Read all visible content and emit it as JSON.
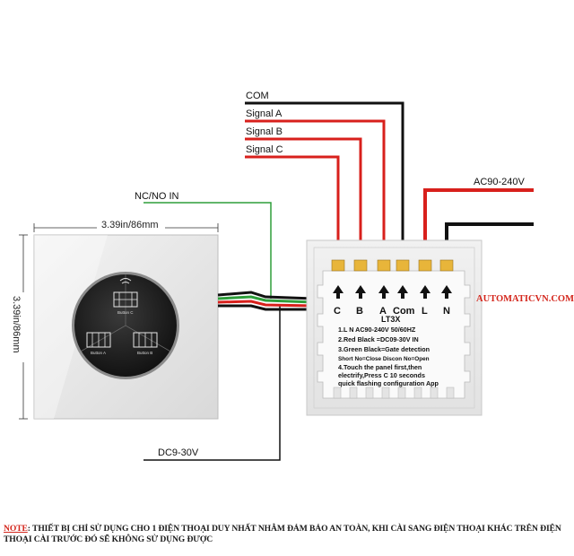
{
  "wires": {
    "com": "COM",
    "signal_a": "Signal A",
    "signal_b": "Signal B",
    "signal_c": "Signal C",
    "nc_no_in": "NC/NO IN",
    "ac_power": "AC90-240V",
    "dc_power": "DC9-30V"
  },
  "dimensions": {
    "width": "3.39in/86mm",
    "height": "3.39in/86mm"
  },
  "panel": {
    "buttons": [
      "Button C",
      "Button A",
      "Button B"
    ]
  },
  "terminals": [
    "C",
    "B",
    "A",
    "Com",
    "L",
    "N"
  ],
  "module": {
    "model": "LT3X",
    "lines": [
      "1.L N AC90-240V 50/60HZ",
      "2.Red Black =DC09-30V IN",
      "3.Green Black=Gate detection",
      "Short No=Close        Discon No=Open",
      "4.Touch the panel first,then",
      "electrify,Press C 10 seconds",
      "quick flashing configuration App"
    ]
  },
  "watermark": "AUTOMATICVN.COM",
  "note": {
    "key": "NOTE",
    "text": ": THIẾT BỊ CHỈ SỬ DỤNG CHO 1 ĐIỆN THOẠI DUY NHẤT NHẰM ĐẢM BẢO AN TOÀN, KHI CÀI SANG ĐIỆN THOẠI KHÁC TRÊN ĐIỆN THOẠI CÀI TRƯỚC ĐÓ SẼ KHÔNG SỬ DỤNG ĐƯỢC"
  },
  "colors": {
    "wire_red": "#d8201c",
    "wire_black": "#111111",
    "wire_green": "#2e9e3a",
    "panel_glass": "#e8e8e8",
    "note_accent": "#d4261c"
  }
}
